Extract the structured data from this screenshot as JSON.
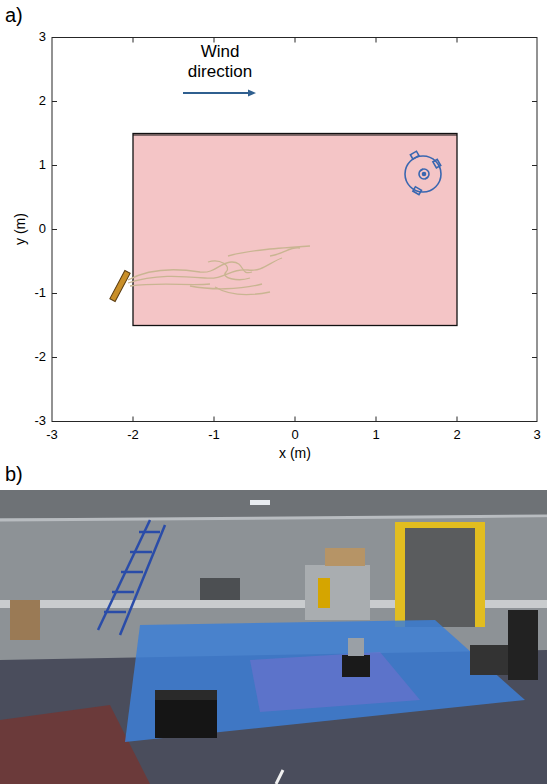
{
  "diagram": {
    "labels": [
      "a)",
      "Wind direction",
      "3",
      "2",
      "1",
      "0",
      "-1",
      "-2",
      "-3",
      "y (m)",
      "-3",
      "-2",
      "-1",
      "0",
      "1",
      "2",
      "3",
      "x (m)",
      "b)"
    ]
  }
}
